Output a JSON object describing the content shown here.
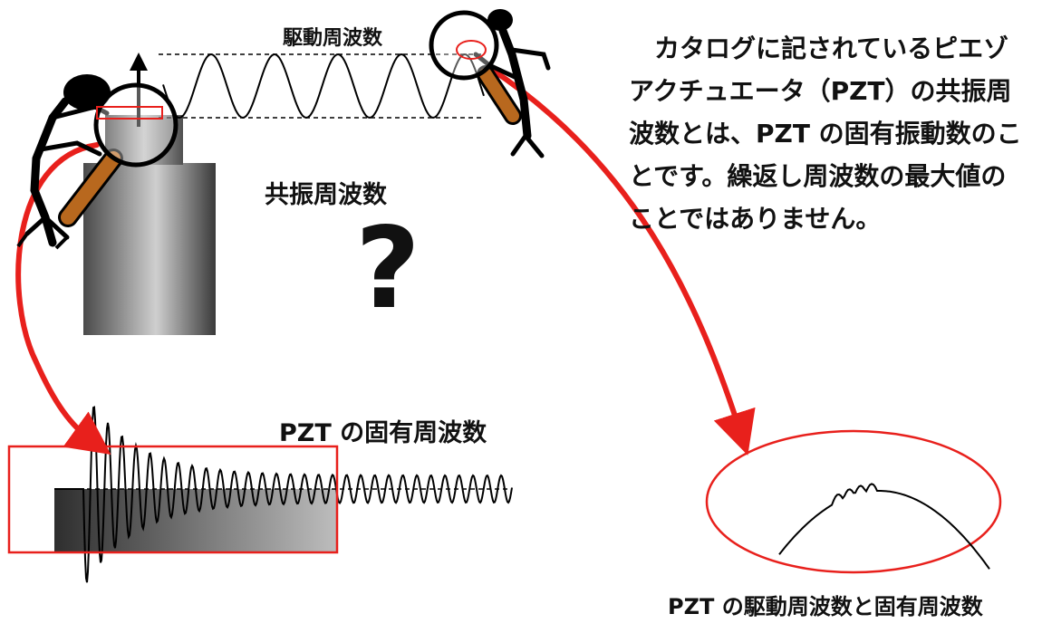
{
  "labels": {
    "drive_frequency": "駆動周波数",
    "resonance_frequency": "共振周波数",
    "question_mark": "?",
    "pzt_natural_frequency": "PZT の固有周波数",
    "caption": "PZT の駆動周波数と固有周波数"
  },
  "description": "カタログに記されているピエゾアクチュエータ（PZT）の共振周波数とは、PZT の固有振動数のことです。繰返し周波数の最大値のことではありません。",
  "colors": {
    "accent_red": "#e8201c",
    "magnifier_handle": "#b8681e",
    "text": "#111111"
  },
  "icons": [
    "magnifier-icon",
    "person-figure-icon",
    "up-arrow-icon",
    "question-mark"
  ]
}
